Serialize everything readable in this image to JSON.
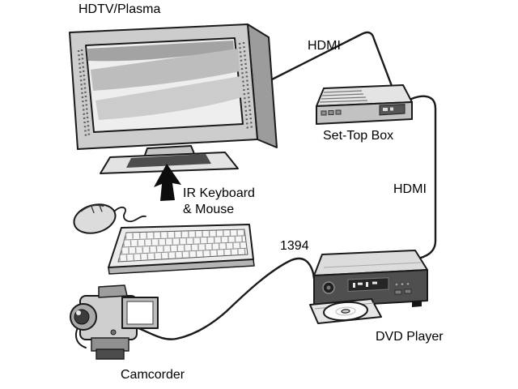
{
  "diagram": {
    "labels": {
      "tv": "HDTV/Plasma",
      "hdmi_top": "HDMI",
      "set_top_box": "Set-Top Box",
      "hdmi_right": "HDMI",
      "ir_keyboard_line1": "IR Keyboard",
      "ir_keyboard_line2": "& Mouse",
      "firewire": "1394",
      "dvd_player": "DVD Player",
      "camcorder": "Camcorder"
    },
    "colors": {
      "background": "#ffffff",
      "outline": "#1a1a1a",
      "device_light": "#e4e4e4",
      "device_mid": "#b5b5b5",
      "device_dark": "#4f4f4f",
      "screen_white": "#f3f3f3"
    }
  }
}
